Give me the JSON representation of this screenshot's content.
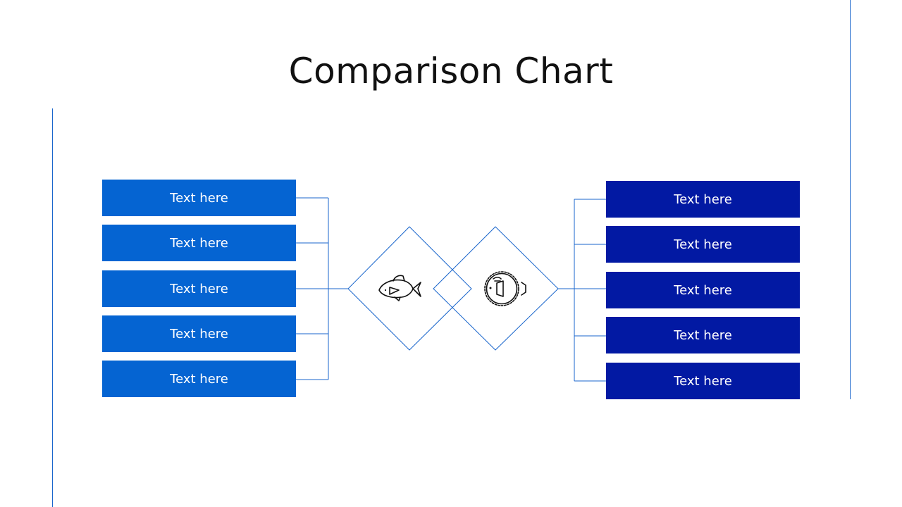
{
  "slide": {
    "title": "Comparison Chart"
  },
  "left_items": [
    {
      "label": "Text here"
    },
    {
      "label": "Text here"
    },
    {
      "label": "Text here"
    },
    {
      "label": "Text here"
    },
    {
      "label": "Text here"
    }
  ],
  "right_items": [
    {
      "label": "Text here"
    },
    {
      "label": "Text here"
    },
    {
      "label": "Text here"
    },
    {
      "label": "Text here"
    },
    {
      "label": "Text here"
    }
  ],
  "icons": {
    "left": "fish-icon",
    "right": "pufferfish-icon"
  },
  "colors": {
    "left_box": "#0564d2",
    "right_box": "#0219a3",
    "line": "#1a66cc",
    "title": "#111111"
  }
}
